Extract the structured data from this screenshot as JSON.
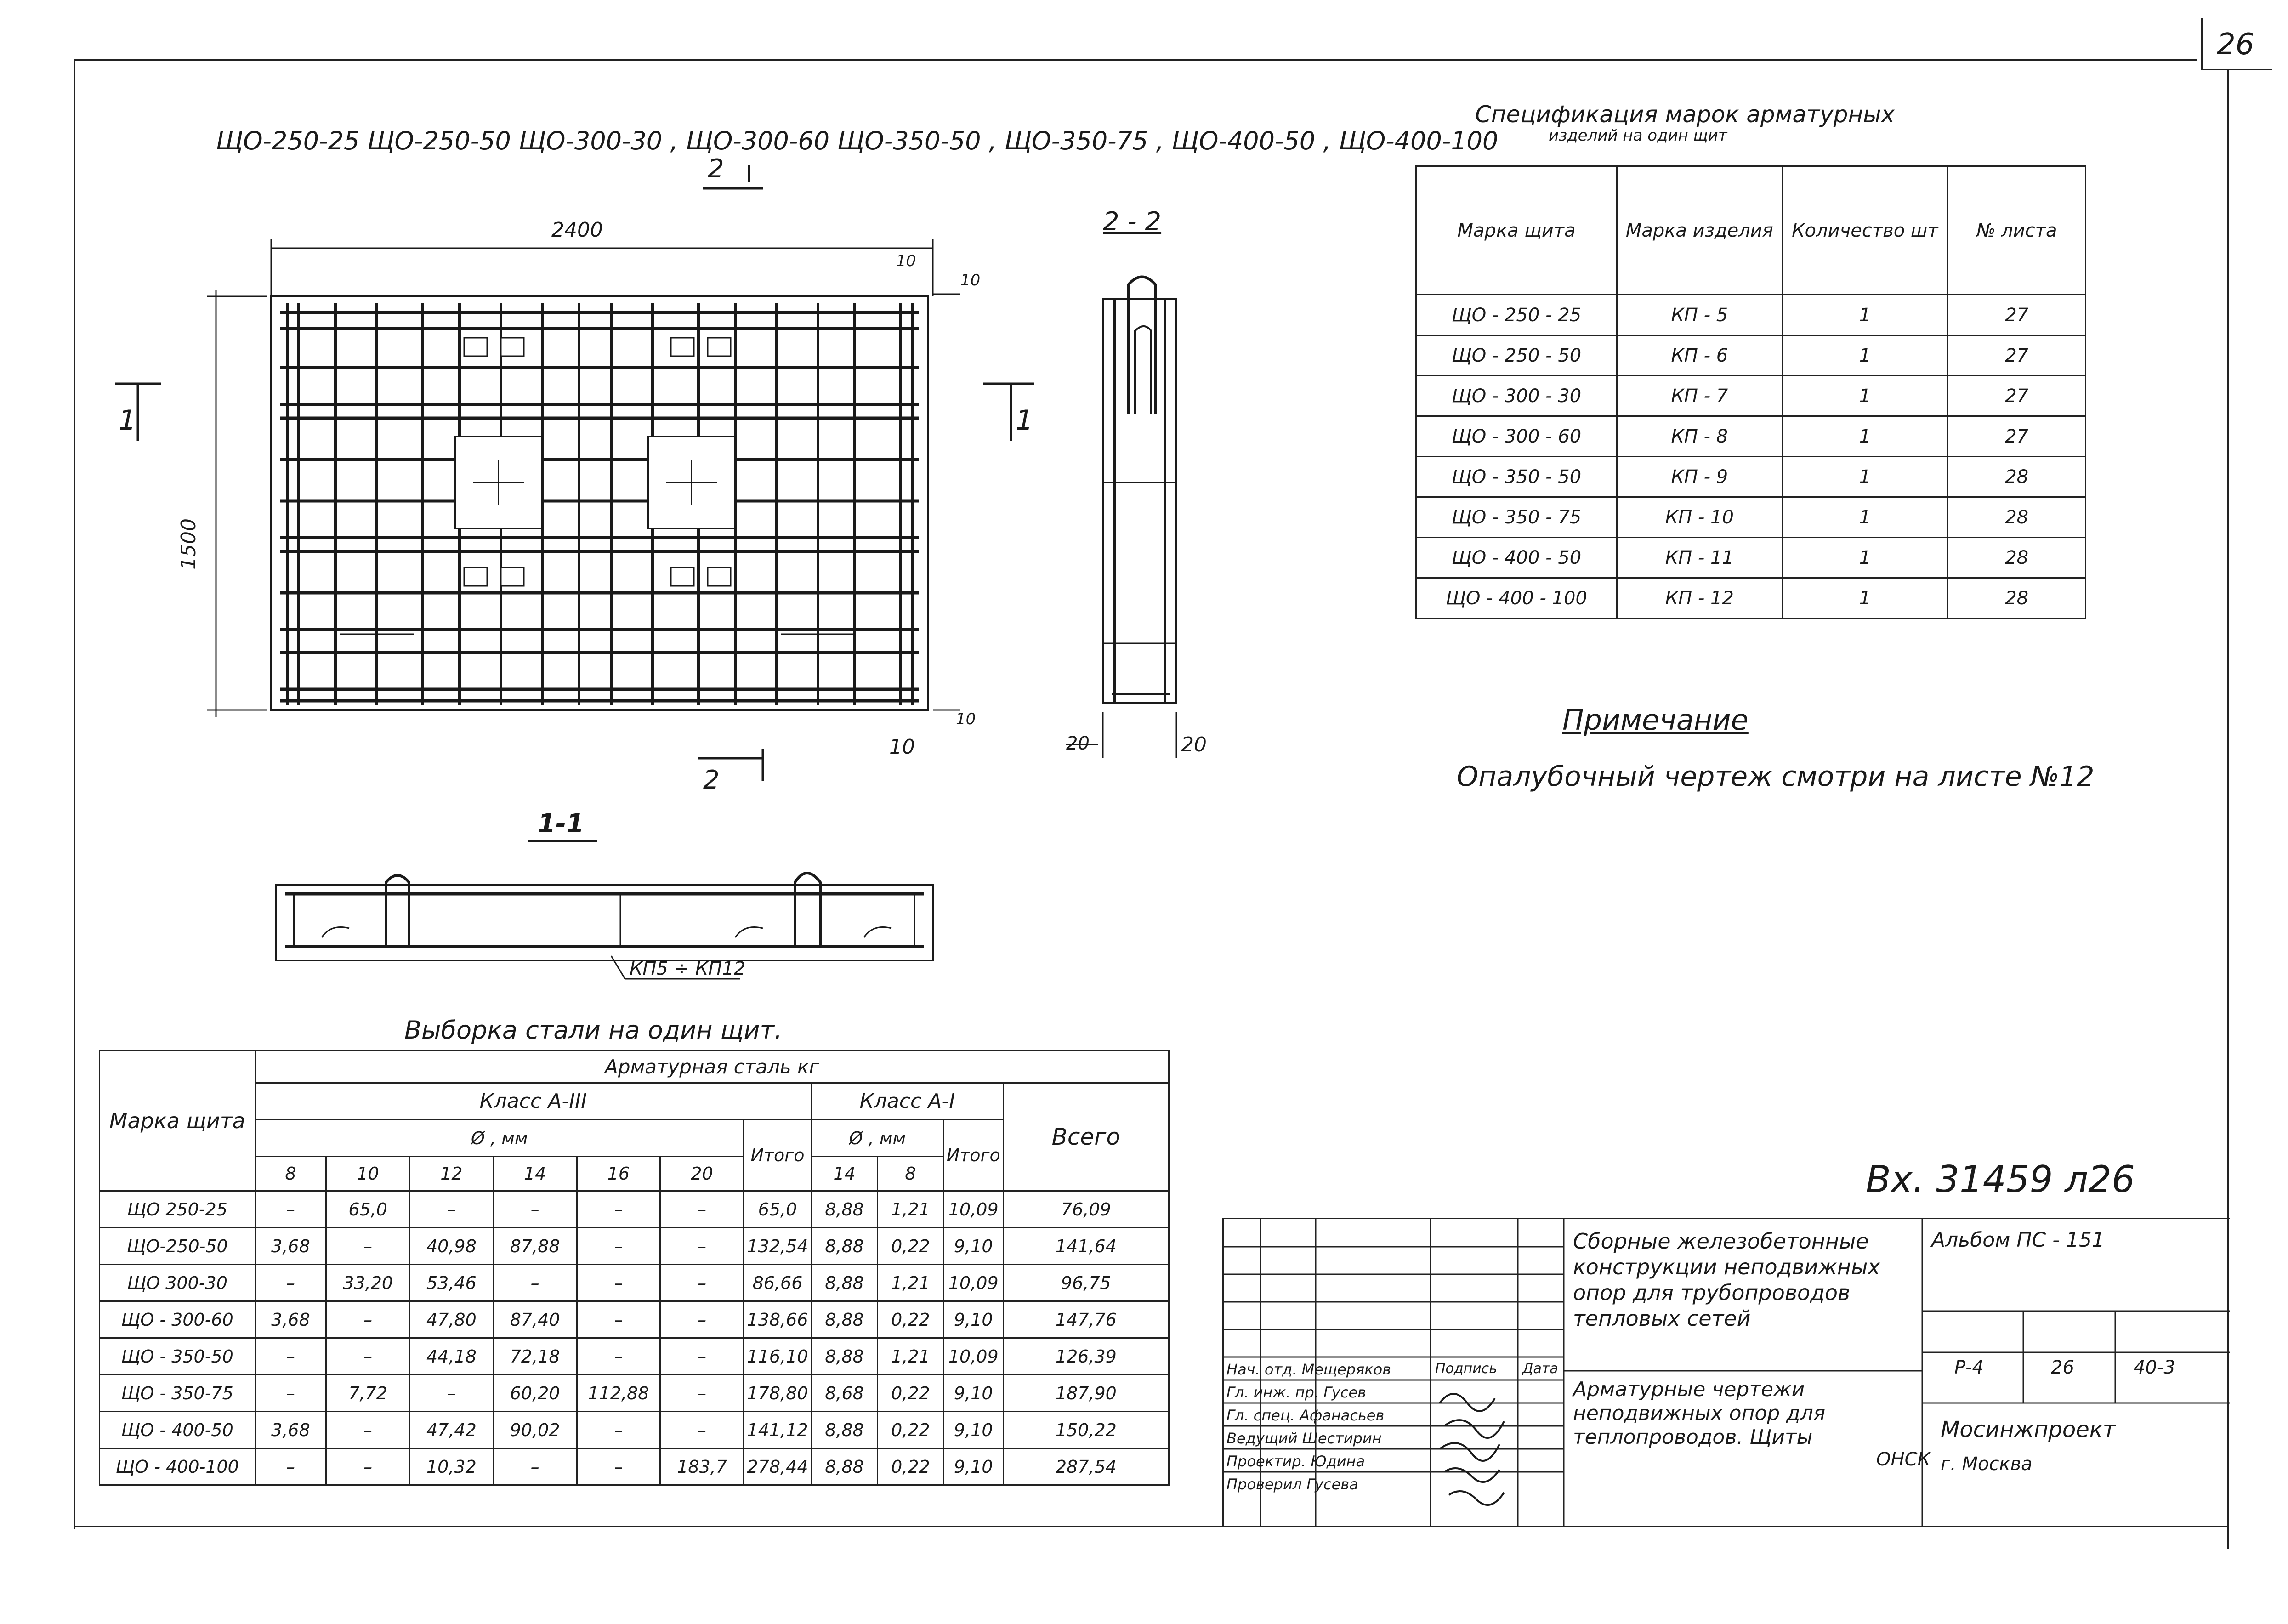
{
  "sheet_number": "26",
  "top_marks": "ЩО-250-25  ЩО-250-50  ЩО-300-30 , ЩО-300-60  ЩО-350-50 , ЩО-350-75 , ЩО-400-50 , ЩО-400-100",
  "drawing": {
    "section_2_mark": "2",
    "width_dim": "2400",
    "height_dim": "1500",
    "dim_10_a": "10",
    "dim_10_b": "10",
    "dim_10_c": "10",
    "section_1_left": "1",
    "section_1_right": "1",
    "section_2_bottom": "2",
    "section_2_2_title": "2 - 2",
    "dim_20_left": "20",
    "dim_20_right": "20",
    "dim_10_bottom": "10",
    "section_1_1_title": "1-1",
    "kp_label": "КП5 ÷ КП12"
  },
  "spec": {
    "title_line1": "Спецификация   марок   арматурных",
    "title_line2": "изделий   на   один   щит",
    "headers": [
      "Марка щита",
      "Марка изделия",
      "Количество шт",
      "№ листа"
    ],
    "rows": [
      [
        "ЩО - 250 - 25",
        "КП - 5",
        "1",
        "27"
      ],
      [
        "ЩО - 250 - 50",
        "КП - 6",
        "1",
        "27"
      ],
      [
        "ЩО - 300 - 30",
        "КП - 7",
        "1",
        "27"
      ],
      [
        "ЩО - 300 - 60",
        "КП - 8",
        "1",
        "27"
      ],
      [
        "ЩО - 350 - 50",
        "КП - 9",
        "1",
        "28"
      ],
      [
        "ЩО - 350 - 75",
        "КП - 10",
        "1",
        "28"
      ],
      [
        "ЩО - 400 - 50",
        "КП - 11",
        "1",
        "28"
      ],
      [
        "ЩО - 400 - 100",
        "КП - 12",
        "1",
        "28"
      ]
    ]
  },
  "note": {
    "title": "Примечание",
    "text": "Опалубочный чертеж смотри на листе №12"
  },
  "steel": {
    "title": "Выборка   стали   на   один   щит.",
    "h_mark": "Марка щита",
    "h_arm": "Арматурная   сталь          кг",
    "h_class3": "Класс  А-III",
    "h_class1": "Класс  А-I",
    "h_total": "Всего",
    "h_dia": "Ø  , мм",
    "h_itogo": "Итого",
    "dia3": [
      "8",
      "10",
      "12",
      "14",
      "16",
      "20"
    ],
    "dia1": [
      "14",
      "8"
    ],
    "rows": [
      [
        "ЩО 250-25",
        "–",
        "65,0",
        "–",
        "–",
        "–",
        "–",
        "65,0",
        "8,88",
        "1,21",
        "10,09",
        "76,09"
      ],
      [
        "ЩО-250-50",
        "3,68",
        "–",
        "40,98",
        "87,88",
        "–",
        "–",
        "132,54",
        "8,88",
        "0,22",
        "9,10",
        "141,64"
      ],
      [
        "ЩО 300-30",
        "–",
        "33,20",
        "53,46",
        "–",
        "–",
        "–",
        "86,66",
        "8,88",
        "1,21",
        "10,09",
        "96,75"
      ],
      [
        "ЩО - 300-60",
        "3,68",
        "–",
        "47,80",
        "87,40",
        "–",
        "–",
        "138,66",
        "8,88",
        "0,22",
        "9,10",
        "147,76"
      ],
      [
        "ЩО - 350-50",
        "–",
        "–",
        "44,18",
        "72,18",
        "–",
        "–",
        "116,10",
        "8,88",
        "1,21",
        "10,09",
        "126,39"
      ],
      [
        "ЩО - 350-75",
        "–",
        "7,72",
        "–",
        "60,20",
        "112,88",
        "–",
        "178,80",
        "8,68",
        "0,22",
        "9,10",
        "187,90"
      ],
      [
        "ЩО - 400-50",
        "3,68",
        "–",
        "47,42",
        "90,02",
        "–",
        "–",
        "141,12",
        "8,88",
        "0,22",
        "9,10",
        "150,22"
      ],
      [
        "ЩО - 400-100",
        "–",
        "–",
        "10,32",
        "–",
        "–",
        "183,7",
        "278,44",
        "8,88",
        "0,22",
        "9,10",
        "287,54"
      ]
    ]
  },
  "stamp_number": "Вх. 31459  л26",
  "title_block": {
    "project_code": "Альбом  ПС - 151",
    "desc1": "Сборные  железобетонные  конструкции  неподвижных  опор  для  трубопроводов  тепловых  сетей",
    "desc2": "Арматурные  чертежи  неподвижных  опор  для  теплопроводов.  Щиты",
    "stage": "Р-4",
    "sheet": "26",
    "sheets": "40-3",
    "org": "Мосинжпроект",
    "org2": "г. Москва",
    "dept": "ОНСК",
    "sig_rows": [
      "Нач. отд.  Мещеряков",
      "Гл. инж. пр.  Гусев",
      "Гл. спец.  Афанасьев",
      "Ведущий  Шестирин",
      "Проектир.  Юдина",
      "Проверил  Гусева"
    ],
    "col_headers": [
      "Подпись",
      "Дата"
    ]
  }
}
